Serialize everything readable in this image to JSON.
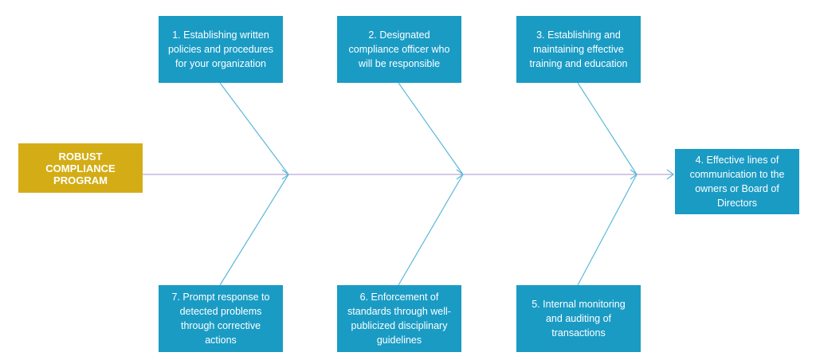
{
  "head": {
    "label": "ROBUST COMPLIANCE PROGRAM"
  },
  "causes": [
    {
      "id": "b1",
      "label": "1. Establishing written policies and procedures for your organization"
    },
    {
      "id": "b2",
      "label": "2. Designated compliance officer who will be responsible"
    },
    {
      "id": "b3",
      "label": "3. Establishing and maintaining effective training and education"
    },
    {
      "id": "b4",
      "label": "4. Effective lines of communication to the owners or Board of Directors"
    },
    {
      "id": "b5",
      "label": "5. Internal monitoring and auditing of transactions"
    },
    {
      "id": "b6",
      "label": "6. Enforcement of standards through well-publicized disciplinary guidelines"
    },
    {
      "id": "b7",
      "label": "7. Prompt response to detected problems through corrective actions"
    }
  ],
  "colors": {
    "head_fill": "#d4ad16",
    "box_fill": "#1a9bc4",
    "text": "#ffffff",
    "spine_line": "#b9a9d6",
    "bone_line": "#5bb8d8"
  }
}
